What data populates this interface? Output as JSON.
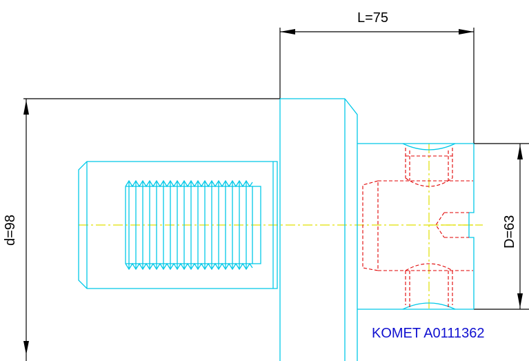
{
  "dimensions": {
    "length_label": "L=75",
    "diameter_label": "d=98",
    "shank_diameter_label": "D=63"
  },
  "part_number": "KOMET A0111362",
  "colors": {
    "outline": "#00c8e8",
    "hidden_lines": "#e00000",
    "centerline": "#e0e000",
    "dimension_lines": "#000000",
    "part_number_text": "#1010d0"
  }
}
